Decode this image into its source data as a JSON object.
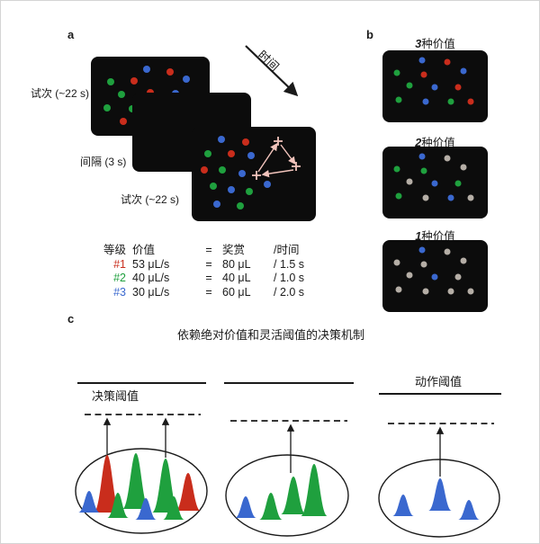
{
  "colors": {
    "red": "#c92d1c",
    "green": "#1fa03e",
    "blue": "#3a68cf",
    "gray": "#b5aea6",
    "screen_bg": "#0c0c0c",
    "gaze": "#f2c4bc",
    "ink": "#1a1a1a"
  },
  "panel_a": {
    "label": "a",
    "trial1_label": "试次 (~22 s)",
    "interval_label": "间隔 (3 s)",
    "trial2_label": "试次 (~22 s)",
    "time_label": "时间",
    "screen1_dots": [
      [
        62,
        14,
        "blue"
      ],
      [
        88,
        17,
        "red"
      ],
      [
        22,
        28,
        "green"
      ],
      [
        48,
        27,
        "red"
      ],
      [
        106,
        25,
        "blue"
      ],
      [
        34,
        42,
        "green"
      ],
      [
        66,
        40,
        "red"
      ],
      [
        94,
        41,
        "blue"
      ],
      [
        18,
        57,
        "green"
      ],
      [
        46,
        58,
        "green"
      ],
      [
        76,
        56,
        "blue"
      ],
      [
        36,
        72,
        "red"
      ],
      [
        60,
        71,
        "blue"
      ],
      [
        88,
        70,
        "green"
      ]
    ],
    "screen3_dots": [
      [
        33,
        14,
        "blue"
      ],
      [
        60,
        17,
        "red"
      ],
      [
        18,
        30,
        "green"
      ],
      [
        44,
        30,
        "red"
      ],
      [
        66,
        32,
        "blue"
      ],
      [
        14,
        48,
        "red"
      ],
      [
        34,
        48,
        "green"
      ],
      [
        56,
        52,
        "blue"
      ],
      [
        24,
        66,
        "green"
      ],
      [
        44,
        70,
        "blue"
      ],
      [
        64,
        72,
        "green"
      ],
      [
        28,
        86,
        "blue"
      ],
      [
        54,
        88,
        "green"
      ],
      [
        84,
        64,
        "blue"
      ]
    ],
    "screen3_crosses": [
      [
        96,
        16
      ],
      [
        116,
        44
      ],
      [
        72,
        54
      ]
    ],
    "screen3_gaze_segments": [
      [
        74,
        50,
        94,
        20
      ],
      [
        99,
        20,
        114,
        40
      ],
      [
        113,
        48,
        80,
        53
      ]
    ],
    "value_table": {
      "headers": {
        "rank": "等级",
        "value": "价值",
        "eq": "=",
        "reward": "奖赏",
        "time": "/时间"
      },
      "rows": [
        {
          "rank": "#1",
          "color": "red",
          "value": "53 μL/s",
          "eq": "=",
          "reward": "80 μL",
          "time": "/ 1.5 s"
        },
        {
          "rank": "#2",
          "color": "green",
          "value": "40 μL/s",
          "eq": "=",
          "reward": "40 μL",
          "time": "/ 1.0 s"
        },
        {
          "rank": "#3",
          "color": "blue",
          "value": "30 μL/s",
          "eq": "=",
          "reward": "60 μL",
          "time": "/ 2.0 s"
        }
      ]
    }
  },
  "panel_b": {
    "label": "b",
    "screens": [
      {
        "num": "3",
        "suffix": "种价值",
        "dots": [
          [
            44,
            11,
            "blue"
          ],
          [
            72,
            13,
            "red"
          ],
          [
            16,
            25,
            "green"
          ],
          [
            46,
            27,
            "red"
          ],
          [
            90,
            23,
            "blue"
          ],
          [
            30,
            39,
            "green"
          ],
          [
            58,
            41,
            "blue"
          ],
          [
            84,
            41,
            "red"
          ],
          [
            18,
            55,
            "green"
          ],
          [
            48,
            57,
            "blue"
          ],
          [
            76,
            57,
            "green"
          ],
          [
            98,
            57,
            "red"
          ]
        ]
      },
      {
        "num": "2",
        "suffix": "种价值",
        "dots": [
          [
            44,
            11,
            "blue"
          ],
          [
            72,
            13,
            "gray"
          ],
          [
            16,
            25,
            "green"
          ],
          [
            46,
            27,
            "green"
          ],
          [
            90,
            23,
            "gray"
          ],
          [
            30,
            39,
            "gray"
          ],
          [
            58,
            41,
            "blue"
          ],
          [
            84,
            41,
            "green"
          ],
          [
            18,
            55,
            "green"
          ],
          [
            48,
            57,
            "gray"
          ],
          [
            76,
            57,
            "blue"
          ],
          [
            98,
            57,
            "gray"
          ]
        ]
      },
      {
        "num": "1",
        "suffix": "种价值",
        "dots": [
          [
            44,
            11,
            "blue"
          ],
          [
            72,
            13,
            "gray"
          ],
          [
            16,
            25,
            "gray"
          ],
          [
            46,
            27,
            "gray"
          ],
          [
            90,
            23,
            "gray"
          ],
          [
            30,
            39,
            "gray"
          ],
          [
            58,
            41,
            "blue"
          ],
          [
            84,
            41,
            "gray"
          ],
          [
            18,
            55,
            "gray"
          ],
          [
            48,
            57,
            "gray"
          ],
          [
            76,
            57,
            "gray"
          ],
          [
            98,
            57,
            "gray"
          ]
        ]
      }
    ]
  },
  "panel_c": {
    "label": "c",
    "title": "依赖绝对价值和灵活阈值的决策机制",
    "decision_threshold_label": "决策阈值",
    "action_threshold_label": "动作阈值",
    "groups": [
      {
        "peaks": [
          [
            118,
            214,
            64,
            15,
            "red"
          ],
          [
            150,
            210,
            62,
            15,
            "green"
          ],
          [
            183,
            214,
            60,
            15,
            "green"
          ],
          [
            208,
            212,
            42,
            14,
            "red"
          ],
          [
            98,
            214,
            24,
            12,
            "blue"
          ],
          [
            130,
            220,
            28,
            12,
            "green"
          ],
          [
            161,
            222,
            24,
            12,
            "blue"
          ],
          [
            192,
            222,
            26,
            12,
            "green"
          ]
        ]
      },
      {
        "peaks": [
          [
            272,
            220,
            24,
            12,
            "blue"
          ],
          [
            300,
            222,
            30,
            13,
            "green"
          ],
          [
            325,
            216,
            42,
            14,
            "green"
          ],
          [
            348,
            218,
            58,
            15,
            "green"
          ]
        ]
      },
      {
        "peaks": [
          [
            447,
            218,
            24,
            12,
            "blue"
          ],
          [
            488,
            212,
            36,
            13,
            "blue"
          ],
          [
            520,
            222,
            22,
            12,
            "blue"
          ]
        ]
      }
    ]
  }
}
